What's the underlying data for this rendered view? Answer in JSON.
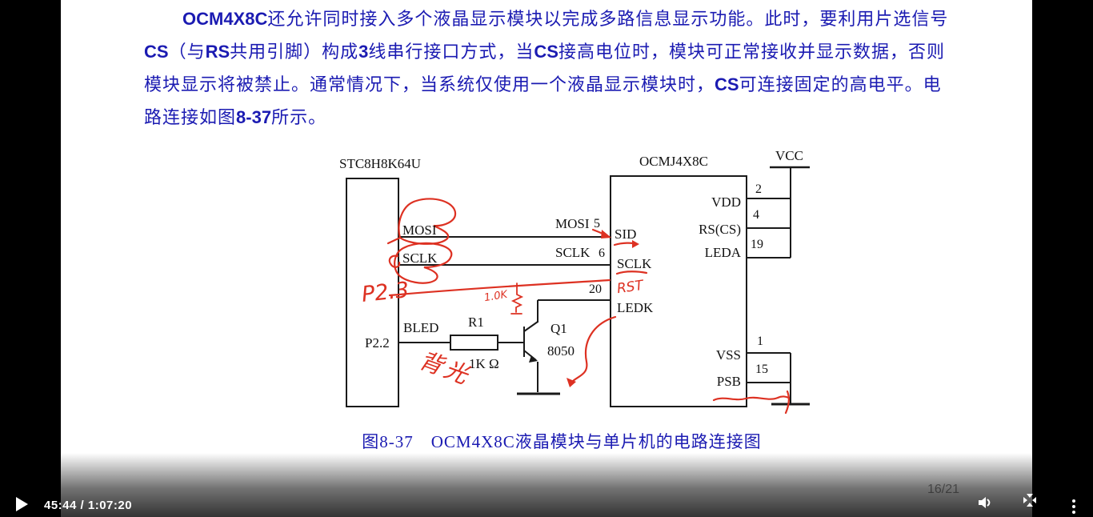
{
  "paragraph": {
    "lines": [
      [
        {
          "t": "OCM4X8C",
          "b": true
        },
        {
          "t": "还允许同时接入多个液晶显示模块以完成多路信息显示功能。此时，要利用片选信号",
          "b": false
        }
      ],
      [
        {
          "t": "CS",
          "b": true
        },
        {
          "t": "（与",
          "b": false
        },
        {
          "t": "RS",
          "b": true
        },
        {
          "t": "共用引脚）构成",
          "b": false
        },
        {
          "t": "3",
          "b": true
        },
        {
          "t": "线串行接口方式，当",
          "b": false
        },
        {
          "t": "CS",
          "b": true
        },
        {
          "t": "接高电位时，模块可正常接收并显示数据，否则",
          "b": false
        }
      ],
      [
        {
          "t": "模块显示将被禁止。通常情况下，当系统仅使用一个液晶显示模块时，",
          "b": false
        },
        {
          "t": "CS",
          "b": true
        },
        {
          "t": "可连接固定的高电平。电",
          "b": false
        }
      ],
      [
        {
          "t": "路连接如图",
          "b": false
        },
        {
          "t": "8-37",
          "b": true
        },
        {
          "t": "所示。",
          "b": false
        }
      ]
    ]
  },
  "figure": {
    "caption": "图8-37　OCM4X8C液晶模块与单片机的电路连接图",
    "mcu_title": "STC8H8K64U",
    "lcd_title": "OCMJ4X8C",
    "labels": {
      "mosi_left": "MOSI",
      "sclk_left": "SCLK",
      "mosi_right": "MOSI",
      "mosi_pin": "5",
      "sclk_right": "SCLK",
      "sclk_pin": "6",
      "ledk_pin": "20",
      "sid": "SID",
      "sclk_mod": "SCLK",
      "ledk": "LEDK",
      "p22": "P2.2",
      "bled": "BLED",
      "r1": "R1",
      "r1_value": "1K Ω",
      "q1": "Q1",
      "q1_type": "8050",
      "vcc": "VCC",
      "vdd": "VDD",
      "vdd_pin": "2",
      "rs_cs": "RS(CS)",
      "rs_pin": "4",
      "leda": "LEDA",
      "leda_pin": "19",
      "vss": "VSS",
      "vss_pin": "1",
      "psb": "PSB",
      "psb_pin": "15"
    }
  },
  "annotations": {
    "p23": "P2.3",
    "rst": "RST",
    "res_value": "1.0K",
    "backlight": "背光",
    "ink_color": "#dd3122"
  },
  "slide_number": "16/21",
  "player": {
    "time": "45:44 / 1:07:20",
    "icons": [
      "play-icon",
      "volume-icon",
      "compress-icon",
      "kebab-menu-icon"
    ]
  },
  "colors": {
    "text_blue": "#1b1bb2",
    "page_bg": "#ffffff",
    "frame_bg": "#000000"
  }
}
